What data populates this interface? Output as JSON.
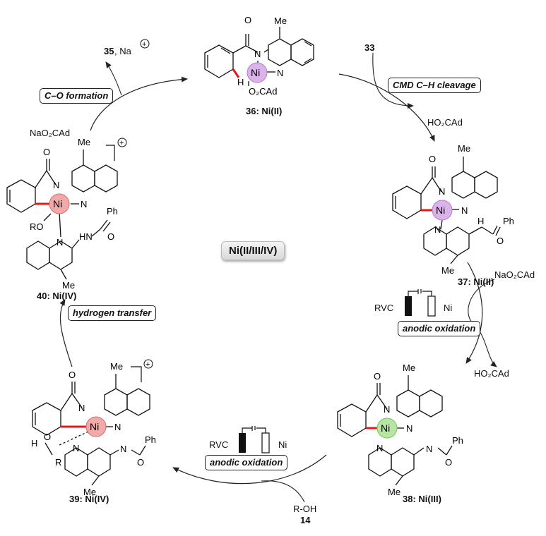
{
  "center_label": "Ni(II/III/IV)",
  "steps": {
    "co_formation": "C–O formation",
    "cmd": "CMD C–H cleavage",
    "anodic_oxidation_right": "anodic oxidation",
    "anodic_oxidation_bottom": "anodic oxidation",
    "hydrogen_transfer": "hydrogen transfer"
  },
  "compounds": {
    "c36": "36: Ni(II)",
    "c37": "37: Ni(II)",
    "c38": "38: Ni(III)",
    "c39": "39: Ni(IV)",
    "c40": "40: Ni(IV)"
  },
  "reagents": {
    "r33": "33",
    "ho2cad_1": "HO₂CAd",
    "nao2cad_1": "NaO₂CAd",
    "ho2cad_2": "HO₂CAd",
    "roh": "R-OH",
    "r14": "14",
    "nao2cad_2": "NaO₂CAd",
    "product_35": "35",
    "na": "Na"
  },
  "atoms": {
    "ni": "Ni",
    "n": "N",
    "o": "O",
    "me": "Me",
    "ph": "Ph",
    "h": "H",
    "hn": "HN",
    "ro": "RO",
    "r": "R",
    "o2cad": "O₂CAd"
  },
  "cell": {
    "rvc": "RVC",
    "ni": "Ni"
  },
  "ni_colors": {
    "ni_ii": "#dcb2ea",
    "ni_iii": "#b6e6a2",
    "ni_iv": "#f2aaa8"
  },
  "bond_color": "#e01b1b"
}
